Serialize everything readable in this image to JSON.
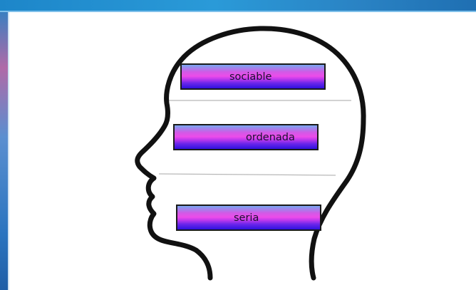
{
  "labels": {
    "top": "sociable",
    "middle": "ordenada",
    "bottom": "seria"
  },
  "colors": {
    "title_bar": "#2a9ad8",
    "label_gradient_top": "#78a6f0",
    "label_gradient_mid": "#ec4cea",
    "label_gradient_bottom": "#3010e0",
    "head_outline": "#111111",
    "divider_line": "#b8b8b8"
  }
}
